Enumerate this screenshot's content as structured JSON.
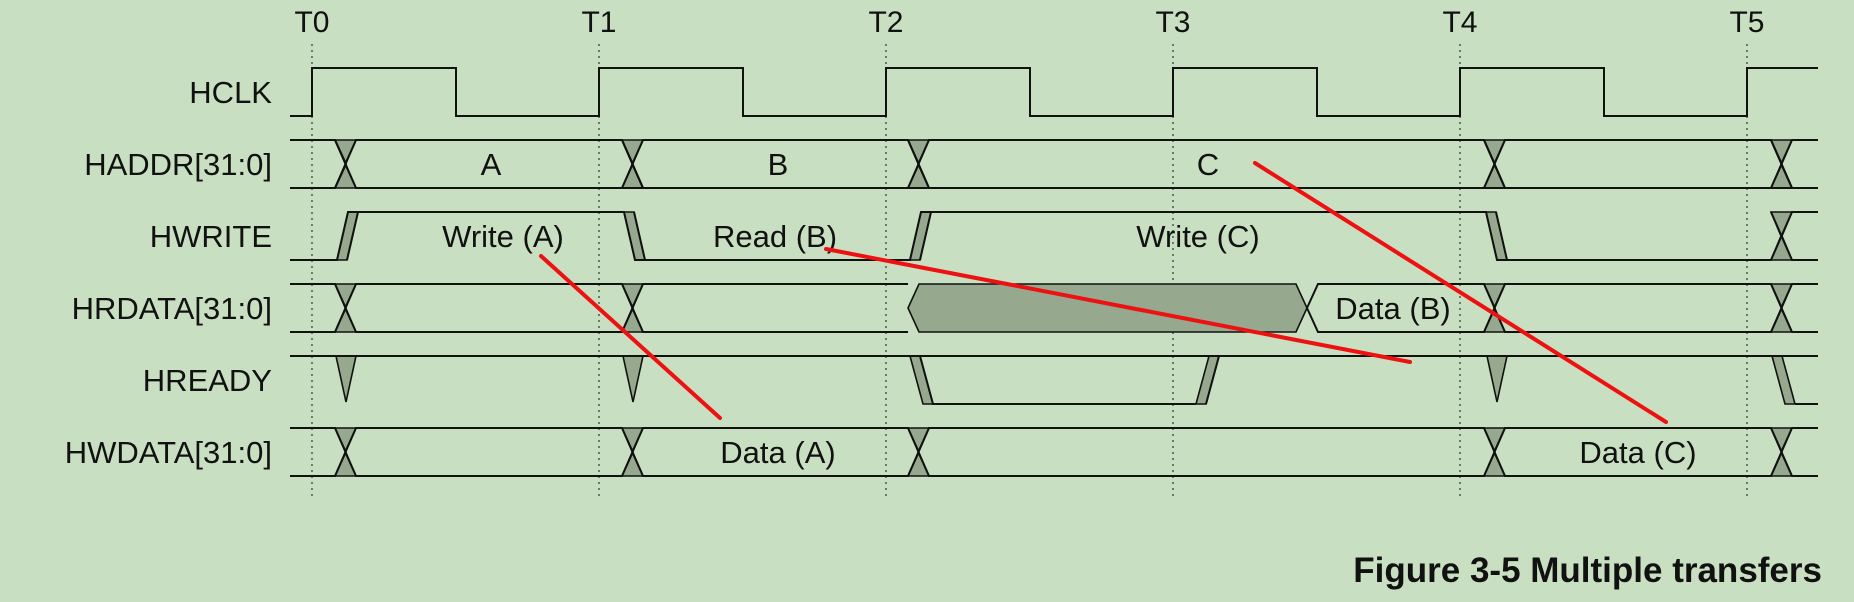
{
  "time_markers": [
    "T0",
    "T1",
    "T2",
    "T3",
    "T4",
    "T5"
  ],
  "signals": {
    "hclk": "HCLK",
    "haddr": "HADDR[31:0]",
    "hwrite": "HWRITE",
    "hrdata": "HRDATA[31:0]",
    "hready": "HREADY",
    "hwdata": "HWDATA[31:0]"
  },
  "values": {
    "haddr_a": "A",
    "haddr_b": "B",
    "haddr_c": "C",
    "hwrite_a": "Write (A)",
    "hwrite_b": "Read (B)",
    "hwrite_c": "Write (C)",
    "hrdata_b": "Data (B)",
    "hwdata_a": "Data (A)",
    "hwdata_c": "Data (C)"
  },
  "caption": "Figure 3-5 Multiple transfers",
  "colors": {
    "background": "#c8dfc1",
    "transition_fill": "#96a88e",
    "annotation": "#ee1111"
  }
}
